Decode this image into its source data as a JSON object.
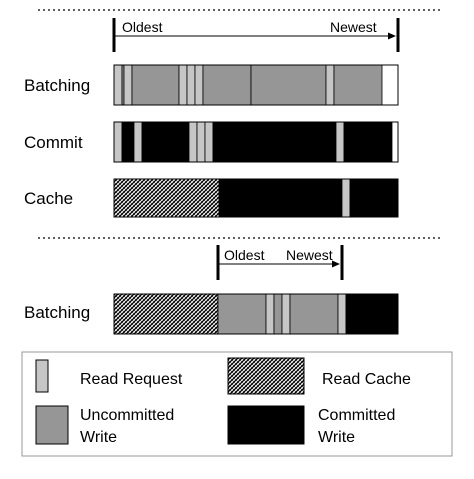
{
  "colors": {
    "read_request": "#c6c6c6",
    "uncommitted_write": "#969696",
    "committed_write": "#000000",
    "read_cache": "hatched"
  },
  "top_panel": {
    "window": {
      "oldest": "Oldest",
      "newest": "Newest"
    },
    "rows": [
      {
        "label": "Batching",
        "segments": [
          "read",
          "uncommitted",
          "read",
          "uncommitted",
          "read",
          "read",
          "read",
          "uncommitted",
          "uncommitted",
          "read",
          "uncommitted"
        ]
      },
      {
        "label": "Commit",
        "segments": [
          "read",
          "committed",
          "read",
          "committed",
          "read",
          "read",
          "read",
          "committed",
          "read",
          "committed"
        ]
      },
      {
        "label": "Cache",
        "segments": [
          "cache",
          "committed",
          "read",
          "committed"
        ]
      }
    ]
  },
  "bottom_panel": {
    "window": {
      "oldest": "Oldest",
      "newest": "Newest"
    },
    "rows": [
      {
        "label": "Batching",
        "segments": [
          "cache",
          "uncommitted",
          "read",
          "uncommitted",
          "read",
          "uncommitted",
          "read",
          "committed"
        ]
      }
    ]
  },
  "legend": {
    "read_request": "Read Request",
    "read_cache": "Read Cache",
    "uncommitted_write": [
      "Uncommitted",
      "Write"
    ],
    "committed_write": [
      "Committed",
      "Write"
    ]
  }
}
